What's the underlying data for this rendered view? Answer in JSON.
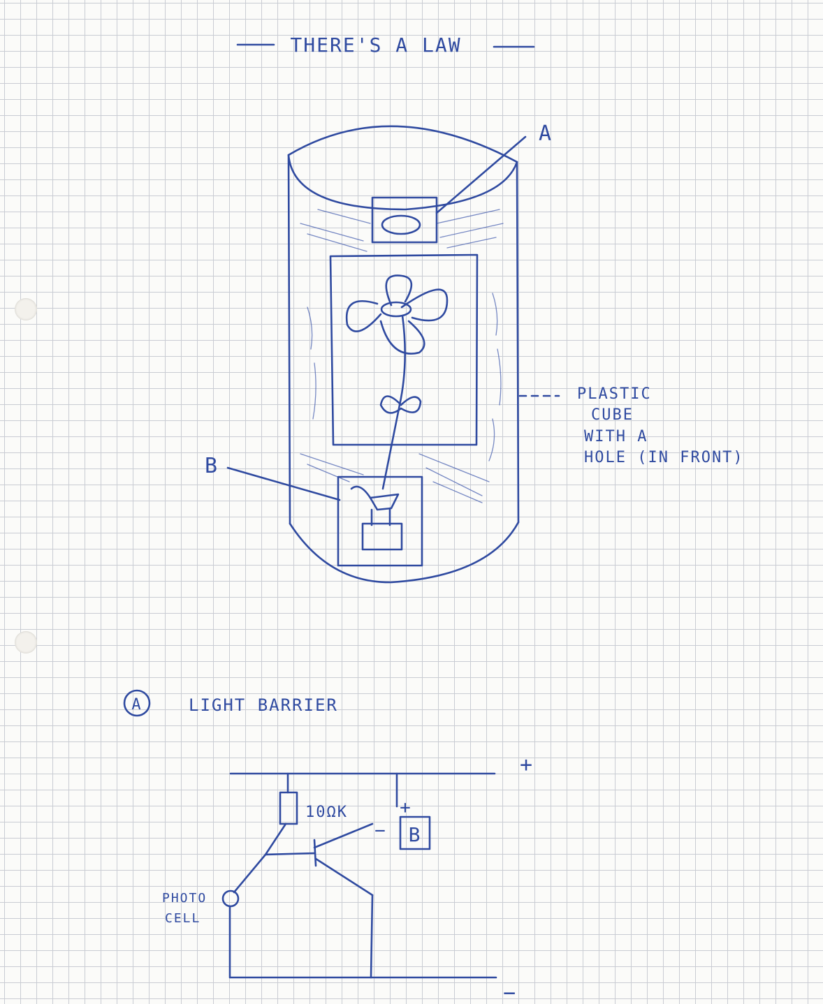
{
  "title": "THERE'S A LAW",
  "label_a": "A",
  "label_b": "B",
  "tube_note": [
    "PLASTIC",
    "CUBE",
    "WITH A",
    "HOLE (IN FRONT)"
  ],
  "circuit": {
    "heading_marker": "A",
    "heading": "LIGHT BARRIER",
    "resistor_value": "10ΩK",
    "plus_rail": "+",
    "minus_rail": "−",
    "relay_plus": "+",
    "relay_minus": "−",
    "relay_label": "B",
    "photocell_lines": [
      "PHOTO",
      "CELL"
    ]
  },
  "colors": {
    "ink": "#2f4aa0",
    "grid": "#c9ccd3",
    "paper": "#fbfbf9"
  }
}
